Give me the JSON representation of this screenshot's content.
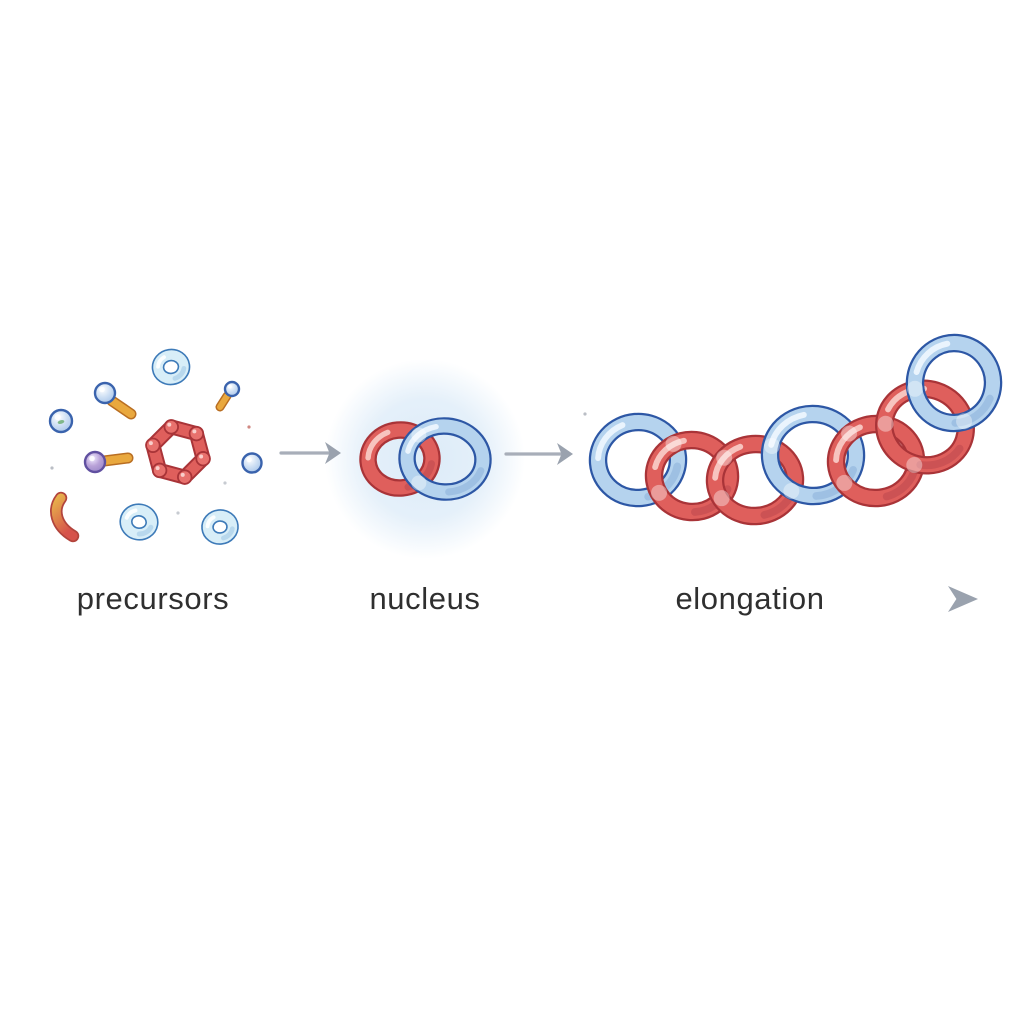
{
  "figure": {
    "type": "scientific-process-diagram",
    "description": "Supramolecular polymerization mechanism: molecular precursors form a nucleus of two interlocked rings, which elongates into a chain of interlocked rings"
  },
  "stages": {
    "precursors": {
      "label": "precursors",
      "components": [
        "red-macrocycle-hexamer",
        "cyan-donut-ring",
        "cyan-donut-ring",
        "cyan-donut-ring",
        "blue-sphere-monomer",
        "blue-sphere-monomer",
        "orange-rod-blue-head",
        "orange-rod-blue-head-small",
        "orange-rod-purple-head",
        "curved-red-rod"
      ]
    },
    "nucleus": {
      "label": "nucleus",
      "rings": [
        "red",
        "blue"
      ]
    },
    "elongation": {
      "label": "elongation",
      "ring_sequence": [
        "blue",
        "red",
        "red",
        "blue",
        "red",
        "red",
        "blue"
      ]
    }
  },
  "colors": {
    "background": "#ffffff",
    "ring_red": "#df5f5c",
    "ring_red_outline": "#a93438",
    "ring_red_highlight": "#f8c9c4",
    "ring_red_shade": "#c04a4e",
    "ring_blue": "#b5d3ee",
    "ring_blue_outline": "#2d57a5",
    "ring_blue_highlight": "#edf6fd",
    "ring_blue_shade": "#8fb4dc",
    "cyan_donut": "#d8eef8",
    "cyan_donut_outline": "#3d7ab8",
    "cyan_donut_shade": "#9ec7e4",
    "rod_orange": "#e9a83e",
    "rod_orange_outline": "#b96e22",
    "sphere_blue": "#cfe0f4",
    "sphere_blue_outline": "#3a63ad",
    "sphere_purple": "#b9a2d8",
    "sphere_purple_outline": "#6050a0",
    "curved_rod_yellow": "#e7b04b",
    "curved_rod_red": "#d6524a",
    "nucleus_glow": "#dcebf8",
    "arrow_line": "#a8aeb9",
    "arrow_head": "#9aa2ae",
    "label_text": "#2f2f2f"
  }
}
